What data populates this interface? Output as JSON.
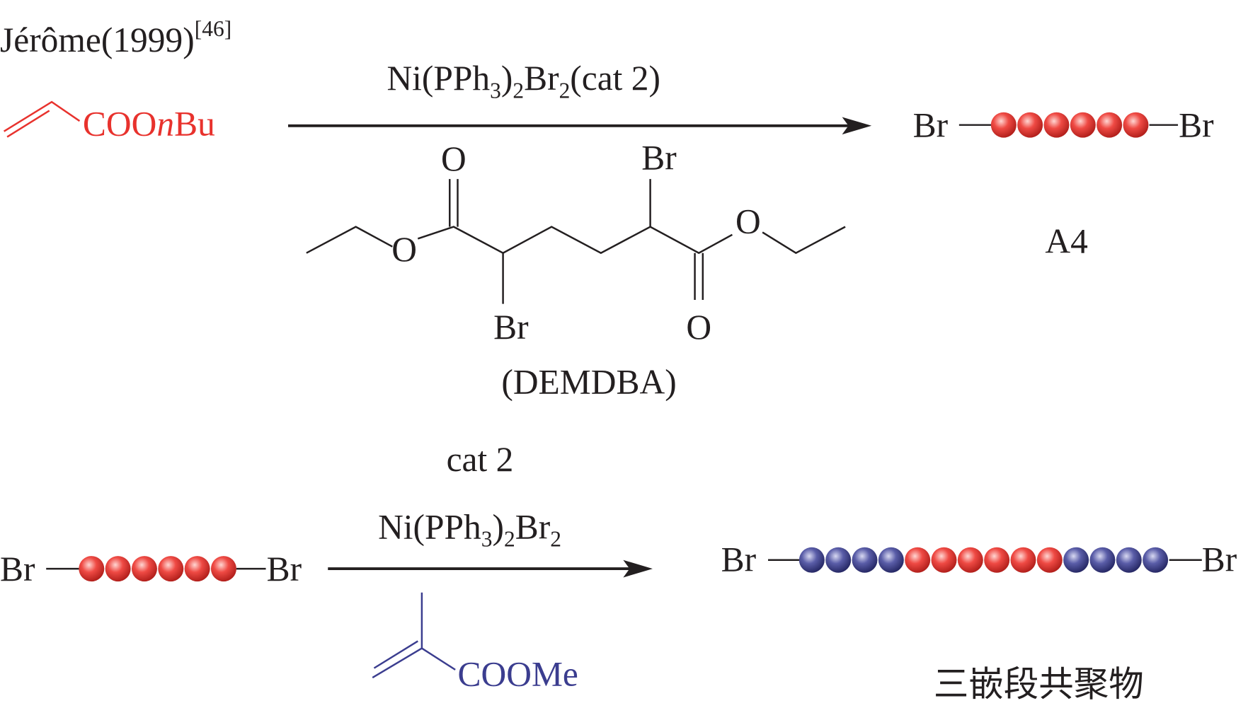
{
  "citation": {
    "author_year": "Jérôme(1999)",
    "ref": "[46]"
  },
  "reaction1": {
    "monomer": {
      "prefix": "COO",
      "italic": "n",
      "suffix": "Bu",
      "color": "#e8322d"
    },
    "catalyst_line": {
      "a": "Ni(PPh",
      "s1": "3",
      "b": ")",
      "s2": "2",
      "c": "Br",
      "s3": "2",
      "d": "(cat 2)"
    },
    "initiator": {
      "o1": "O",
      "br1": "Br",
      "o2": "O",
      "br2": "Br",
      "o3": "O",
      "name": "(DEMDBA)"
    },
    "product": {
      "left": "Br",
      "right": "Br",
      "label": "A4",
      "red_beads": 6
    }
  },
  "reaction2": {
    "catalyst_label": "cat 2",
    "catalyst_line": {
      "a": "Ni(PPh",
      "s1": "3",
      "b": ")",
      "s2": "2",
      "c": "Br",
      "s3": "2"
    },
    "reactant": {
      "left": "Br",
      "right": "Br",
      "red_beads": 6
    },
    "monomer": {
      "text": "COOMe",
      "color": "#3b3d8f"
    },
    "product": {
      "left": "Br",
      "right": "Br",
      "blue_beads_each_end": 4,
      "red_beads": 6,
      "label": "三嵌段共聚物"
    }
  },
  "colors": {
    "red": "#e8322d",
    "blue": "#3b3d8f",
    "black": "#231f20"
  }
}
